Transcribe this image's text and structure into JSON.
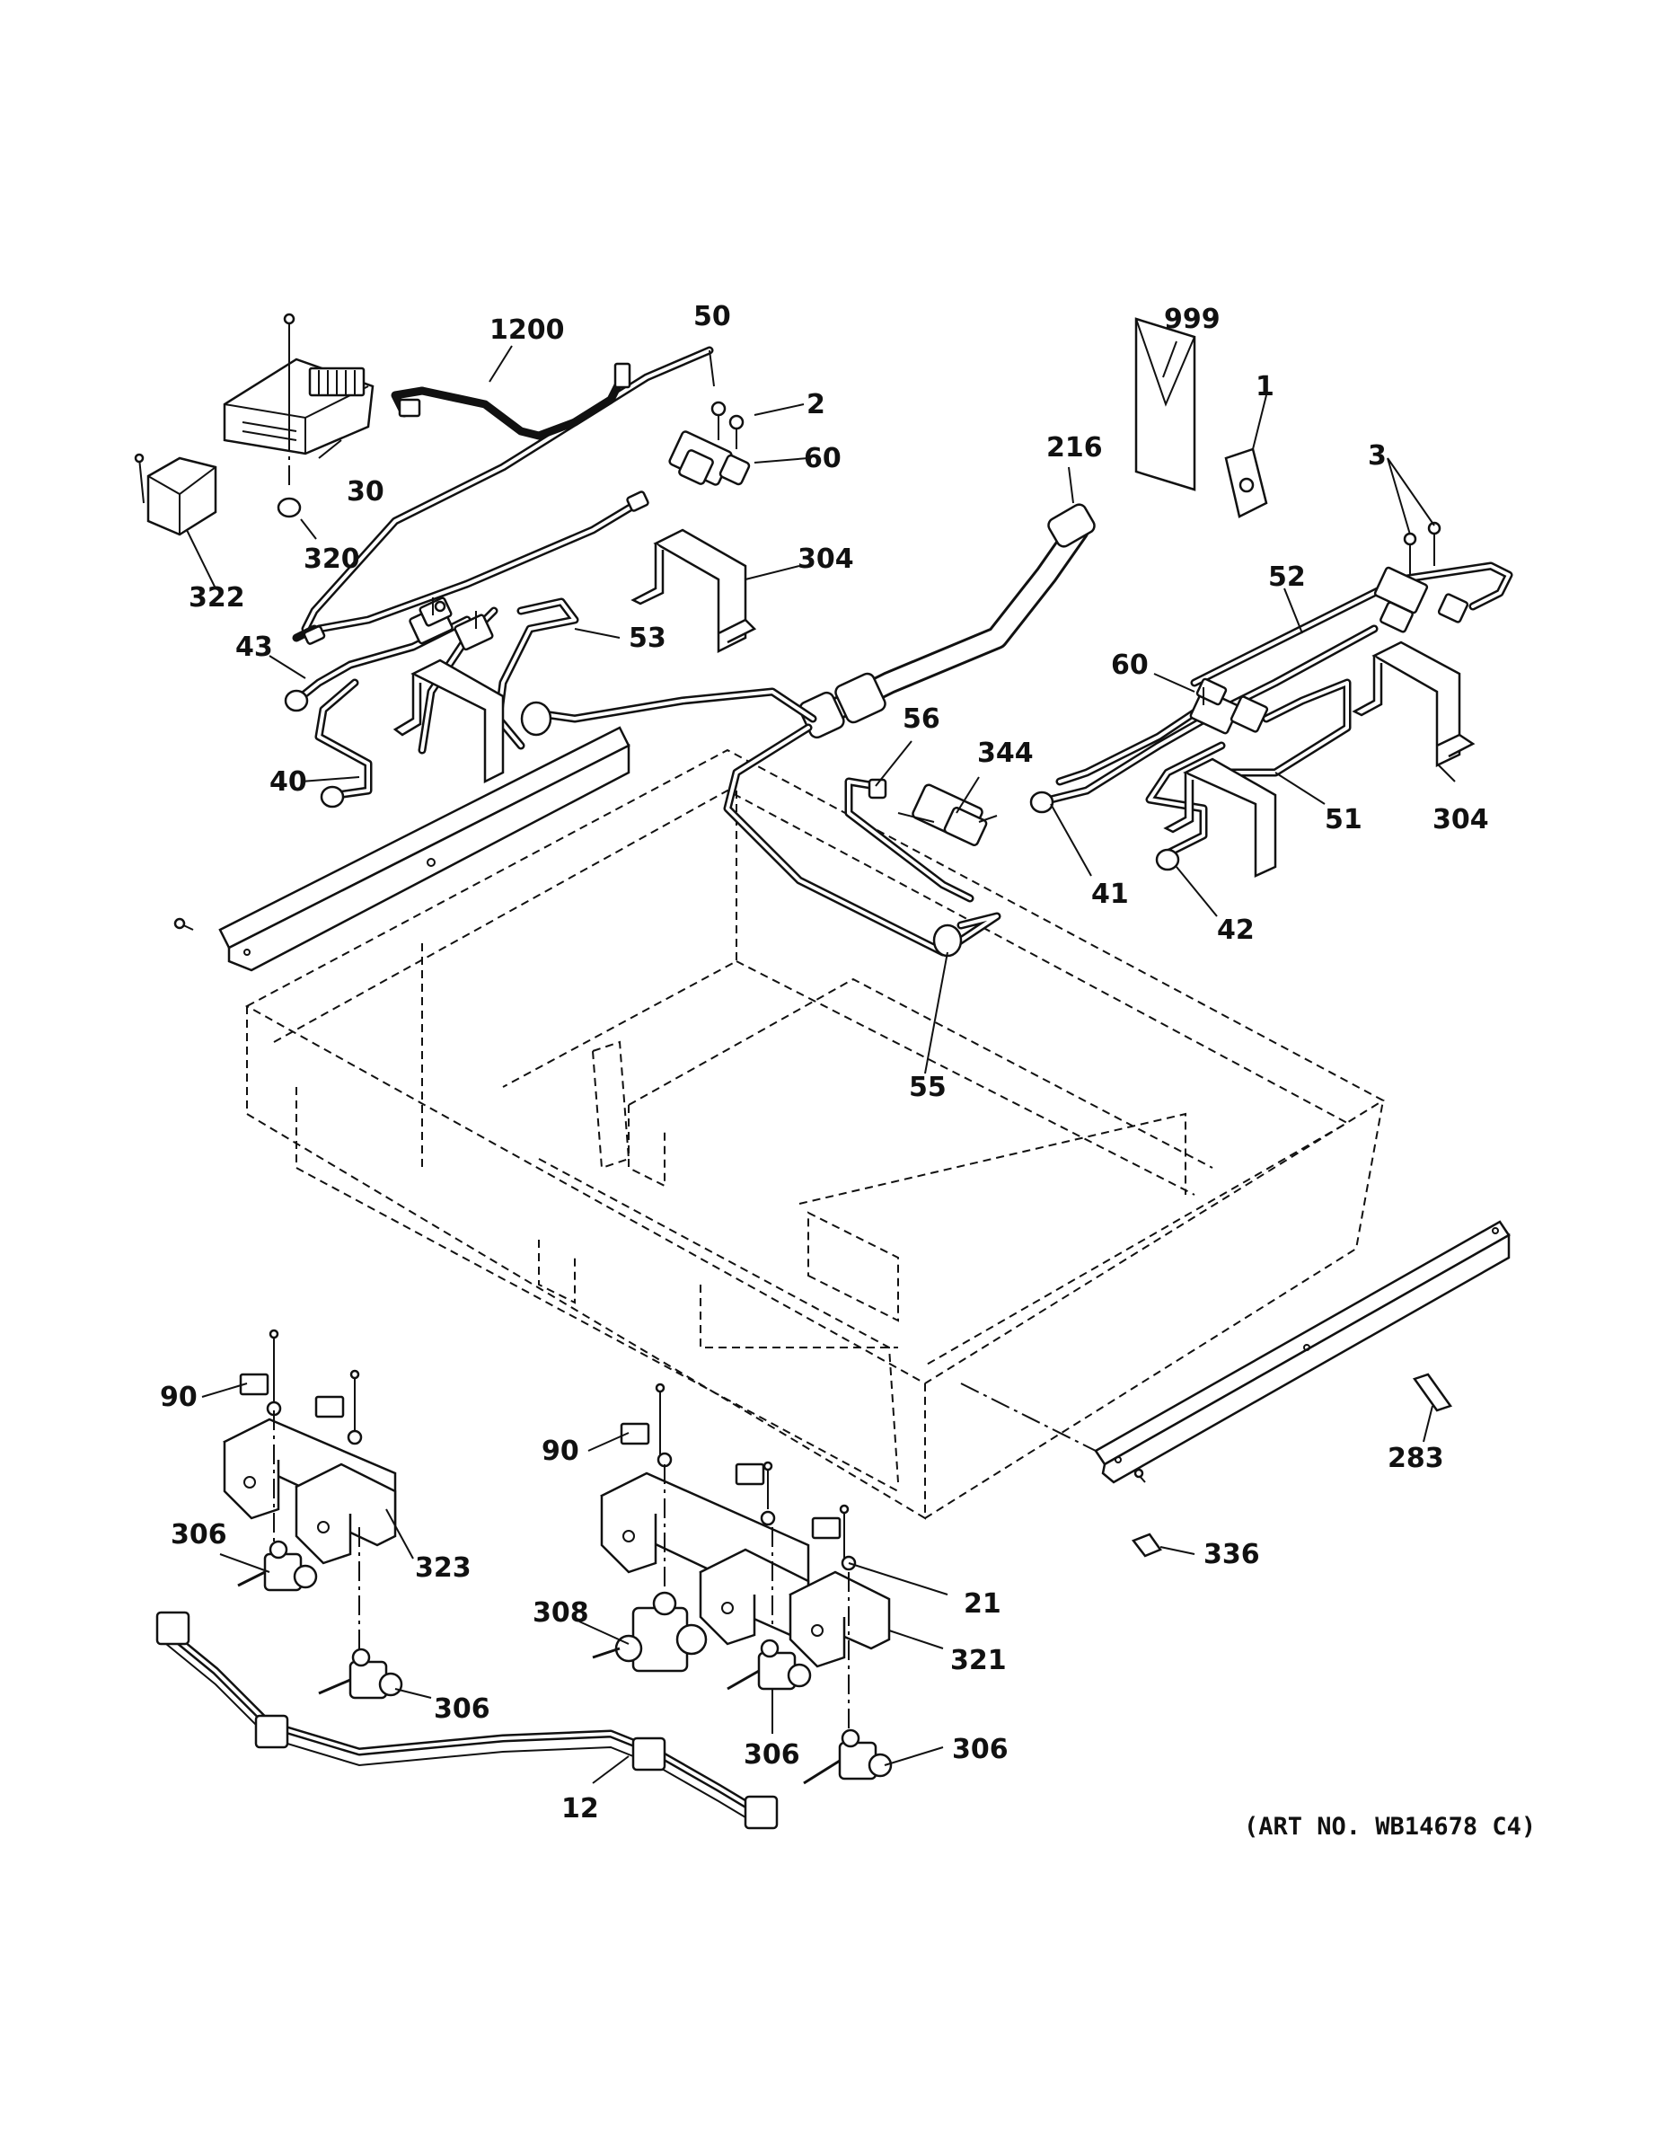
{
  "diagram": {
    "art_number": "(ART NO. WB14678 C4)",
    "callouts": [
      {
        "id": "c-1200",
        "text": "1200"
      },
      {
        "id": "c-50",
        "text": "50"
      },
      {
        "id": "c-2",
        "text": "2"
      },
      {
        "id": "c-60a",
        "text": "60"
      },
      {
        "id": "c-30",
        "text": "30"
      },
      {
        "id": "c-320",
        "text": "320"
      },
      {
        "id": "c-322",
        "text": "322"
      },
      {
        "id": "c-304a",
        "text": "304"
      },
      {
        "id": "c-216",
        "text": "216"
      },
      {
        "id": "c-999",
        "text": "999"
      },
      {
        "id": "c-1",
        "text": "1"
      },
      {
        "id": "c-3",
        "text": "3"
      },
      {
        "id": "c-52",
        "text": "52"
      },
      {
        "id": "c-60b",
        "text": "60"
      },
      {
        "id": "c-43",
        "text": "43"
      },
      {
        "id": "c-53",
        "text": "53"
      },
      {
        "id": "c-40",
        "text": "40"
      },
      {
        "id": "c-56",
        "text": "56"
      },
      {
        "id": "c-344",
        "text": "344"
      },
      {
        "id": "c-51",
        "text": "51"
      },
      {
        "id": "c-304b",
        "text": "304"
      },
      {
        "id": "c-41",
        "text": "41"
      },
      {
        "id": "c-42",
        "text": "42"
      },
      {
        "id": "c-55",
        "text": "55"
      },
      {
        "id": "c-90a",
        "text": "90"
      },
      {
        "id": "c-90b",
        "text": "90"
      },
      {
        "id": "c-283",
        "text": "283"
      },
      {
        "id": "c-306a",
        "text": "306"
      },
      {
        "id": "c-323",
        "text": "323"
      },
      {
        "id": "c-336",
        "text": "336"
      },
      {
        "id": "c-21",
        "text": "21"
      },
      {
        "id": "c-308",
        "text": "308"
      },
      {
        "id": "c-321",
        "text": "321"
      },
      {
        "id": "c-306b",
        "text": "306"
      },
      {
        "id": "c-306c",
        "text": "306"
      },
      {
        "id": "c-306d",
        "text": "306"
      },
      {
        "id": "c-12",
        "text": "12"
      }
    ]
  }
}
